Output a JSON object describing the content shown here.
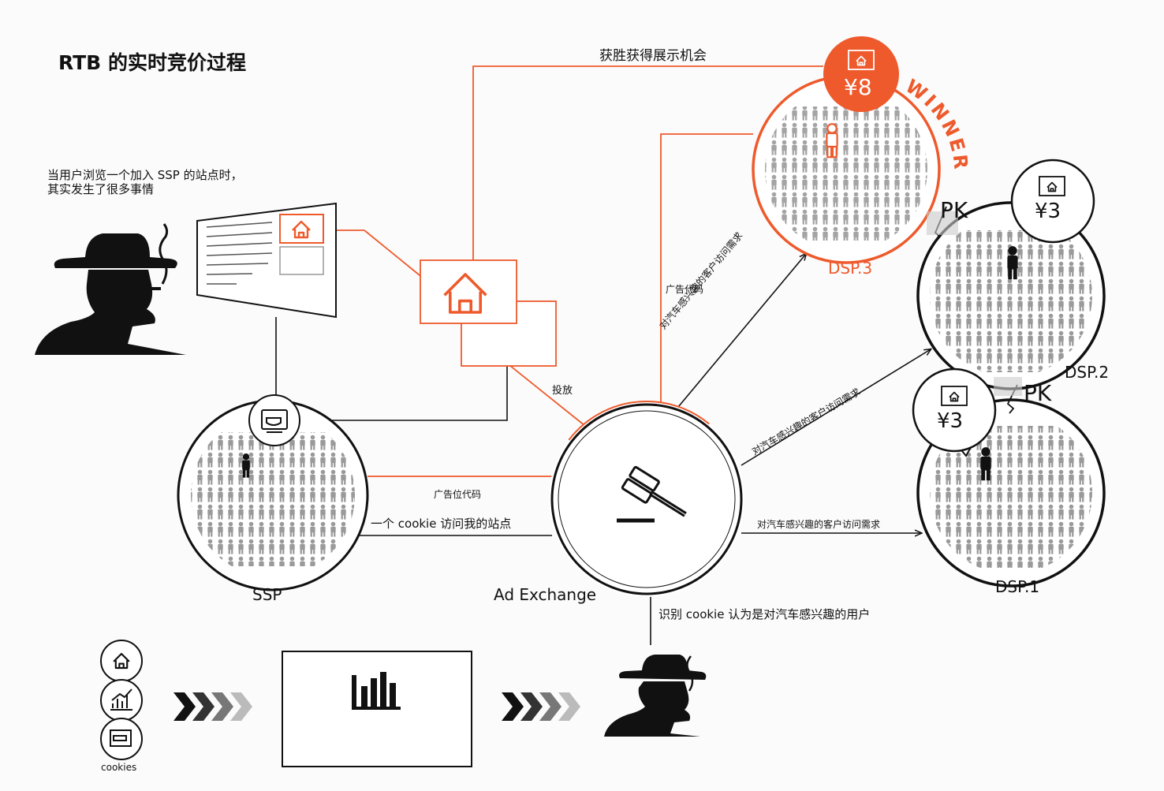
{
  "title": "RTB 的实时竞价过程",
  "intro": {
    "line1": "当用户浏览一个加入 SSP 的站点时，",
    "line2": "其实发生了很多事情"
  },
  "labels": {
    "win": "获胜获得展示机会",
    "ad_code": "广告代码",
    "deliver": "投放",
    "slot_code": "广告位代码",
    "cookie_visit": "一个 cookie 访问我的站点",
    "identify": "识别 cookie 认为是对汽车感兴趣的用户",
    "demand": "对汽车感兴趣的客户访问需求",
    "winner": "WINNER",
    "pk": "PK",
    "cookies": "cookies"
  },
  "nodes": {
    "ssp": "SSP",
    "exchange": "Ad Exchange",
    "dsp3": "DSP.3",
    "dsp2": "DSP.2",
    "dsp1": "DSP.1"
  },
  "bids": {
    "dsp3": "¥8",
    "dsp2": "¥3",
    "dsp1": "¥3"
  },
  "colors": {
    "accent": "#ee5a2c",
    "ink": "#111111",
    "crowd": "#9a9a9a"
  },
  "icons": [
    "house-icon",
    "coffee-icon",
    "gavel-icon",
    "chart-icon",
    "person-icon",
    "smoker-icon",
    "chevron-icon"
  ]
}
